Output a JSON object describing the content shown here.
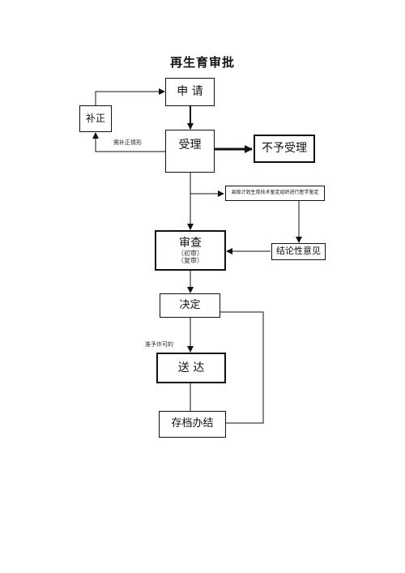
{
  "title": "再生育审批",
  "boxes": {
    "apply": "申  请",
    "correct": "补正",
    "accept": "受理",
    "reject": "不予受理",
    "review": "审查",
    "review_first": "（初审）",
    "review_second": "（复审）",
    "conclusion": "结论性意见",
    "decide": "决定",
    "deliver": "送  达",
    "archive": "存档办结"
  },
  "notes": {
    "need_correct": "需补正情形",
    "county_appraisal": "县级计划生育技术鉴定组织进行医学鉴定",
    "approve": "准予许可的"
  }
}
